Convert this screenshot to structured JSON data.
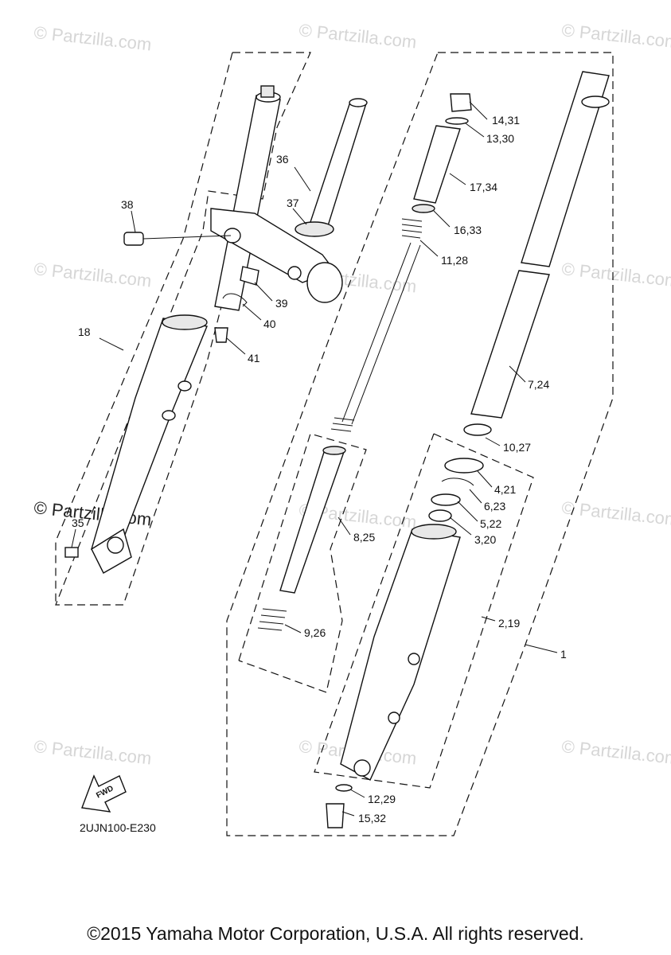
{
  "watermark_text": "© Partzilla.com",
  "diagram_code": "2UJN100-E230",
  "fwd_label": "FWD",
  "copyright": "©2015 Yamaha Motor Corporation, U.S.A. All rights reserved.",
  "callouts": {
    "c1": "1",
    "c2_19": "2,19",
    "c3_20": "3,20",
    "c4_21": "4,21",
    "c5_22": "5,22",
    "c6_23": "6,23",
    "c7_24": "7,24",
    "c8_25": "8,25",
    "c9_26": "9,26",
    "c10_27": "10,27",
    "c11_28": "11,28",
    "c12_29": "12,29",
    "c13_30": "13,30",
    "c14_31": "14,31",
    "c15_32": "15,32",
    "c16_33": "16,33",
    "c17_34": "17,34",
    "c18": "18",
    "c35": "35",
    "c36": "36",
    "c37": "37",
    "c38": "38",
    "c39": "39",
    "c40": "40",
    "c41": "41"
  }
}
